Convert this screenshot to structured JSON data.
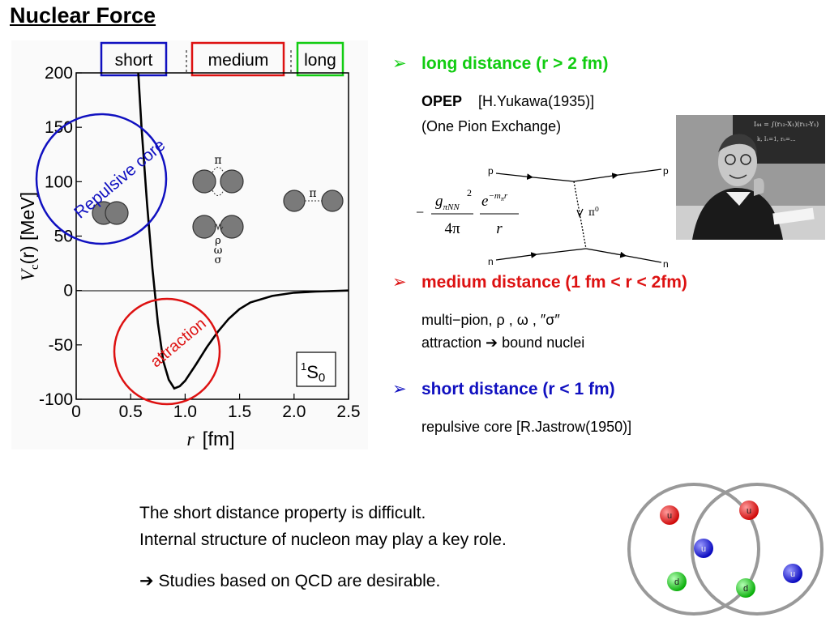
{
  "title": "Nuclear Force",
  "plot": {
    "range_labels": {
      "short": "short",
      "medium": "medium",
      "long": "long"
    },
    "x_ticks": [
      "0",
      "0.5",
      "1.0",
      "1.5",
      "2.0",
      "2.5"
    ],
    "y_ticks": [
      "200",
      "150",
      "100",
      "50",
      "0",
      "-50",
      "-100"
    ],
    "y_label": "V",
    "y_label_sub": "c",
    "y_label_rest": "(r)  [MeV]",
    "x_label": "r",
    "x_label_rest": "[fm]",
    "state_sup": "1",
    "state_main": "S",
    "state_sub": "0",
    "repulsive_label": "Repulsive core",
    "attraction_label": "attraction",
    "meson_pi": "π",
    "meson_rho": "ρ",
    "meson_omega": "ω",
    "meson_sigma": "σ",
    "colors": {
      "short": "#1010c0",
      "medium": "#dd1111",
      "long": "#11cc11"
    }
  },
  "chart_data": {
    "type": "line",
    "title": "",
    "xlabel": "r [fm]",
    "ylabel": "Vc(r) [MeV]",
    "xlim": [
      0,
      2.5
    ],
    "ylim": [
      -100,
      200
    ],
    "series": [
      {
        "name": "",
        "x": [
          0.57,
          0.6,
          0.65,
          0.7,
          0.75,
          0.8,
          0.85,
          0.9,
          0.95,
          1.0,
          1.1,
          1.2,
          1.3,
          1.4,
          1.5,
          1.6,
          1.8,
          2.0,
          2.2,
          2.5
        ],
        "y": [
          200,
          150,
          80,
          20,
          -30,
          -65,
          -82,
          -90,
          -88,
          -83,
          -68,
          -52,
          -38,
          -26,
          -17,
          -11,
          -5,
          -2,
          -1,
          0
        ]
      }
    ]
  },
  "long": {
    "arrow": "➢",
    "heading": "long distance (r > 2 fm)",
    "opep": "OPEP",
    "yukawa": "[H.Yukawa(1935)]",
    "exchange": "(One Pion Exchange)",
    "formula": {
      "minus": "−",
      "g": "g",
      "g_sub": "πNN",
      "g_sup": "2",
      "four_pi": "4π",
      "e": "e",
      "exp": "−m",
      "exp_sub": "π",
      "exp_r": "r",
      "r": "r"
    },
    "feynman": {
      "p_in": "p",
      "p_out": "p",
      "n_in": "n",
      "n_out": "n",
      "pion": "π",
      "pion_sup": "0"
    },
    "photo_board": [
      "I₄₄ = ∫(r₁₂-X₁)(r₁₂-Y₁)",
      "k, I₁=1, r₀=..."
    ]
  },
  "medium": {
    "arrow": "➢",
    "heading": "medium distance (1 fm < r < 2fm)",
    "line1": "multi−pion,  ρ , ω , ″σ″",
    "line2_a": "attraction ",
    "line2_arrow": "➔",
    "line2_b": " bound nuclei"
  },
  "short": {
    "arrow": "➢",
    "heading": "short distance (r < 1 fm)",
    "line1": "repulsive core   [R.Jastrow(1950)]"
  },
  "bottom": {
    "line1": "The short distance property is difficult.",
    "line2": "Internal structure of nucleon may play a key role.",
    "arrow": "➔",
    "line3": " Studies based on QCD are desirable."
  },
  "quarks": {
    "u": "u",
    "d": "d"
  }
}
